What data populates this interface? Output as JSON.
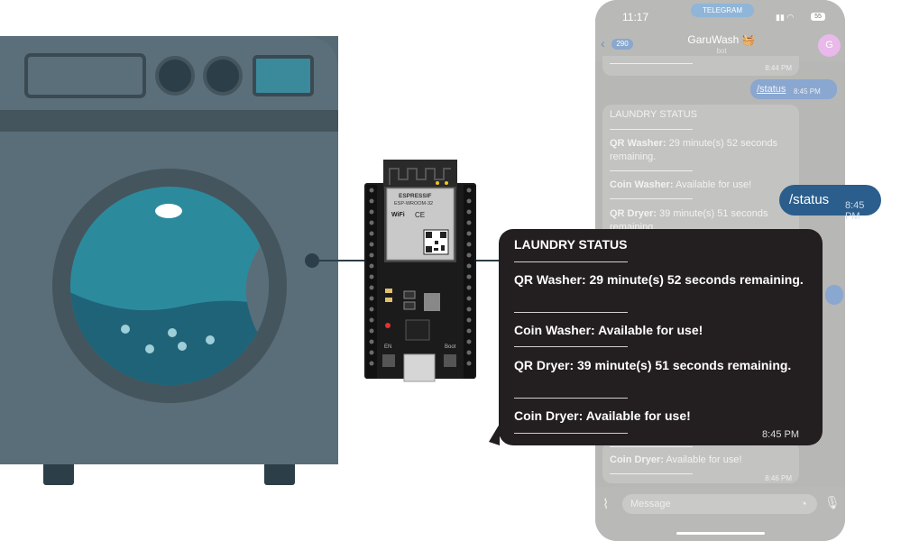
{
  "phone": {
    "time": "11:17",
    "app_pill": "TELEGRAM",
    "battery": "55",
    "back_count": "290",
    "chat_title": "GaruWash 🧺",
    "chat_subtitle": "bot",
    "avatar_letter": "G",
    "message_placeholder": "Message",
    "messages": {
      "top_time": "8:44 PM",
      "status_cmd": "/status",
      "status_time": "8:45 PM",
      "reply_title": "LAUNDRY STATUS",
      "qr_washer_label": "QR Washer:",
      "qr_washer_value": " 29 minute(s) 52 seconds remaining.",
      "coin_washer_label": "Coin Washer:",
      "coin_washer_value": " Available for use!",
      "qr_dryer_label": "QR Dryer:",
      "qr_dryer_value": " 39 minute(s) 51 seconds remaining.",
      "coin_dryer_label": "Coin Dryer:",
      "coin_dryer_value": " Available for use!",
      "bottom_time": "8:46 PM"
    }
  },
  "overlay": {
    "status_cmd": "/status",
    "status_time": "8:45 PM",
    "title": "LAUNDRY STATUS",
    "qr_washer": "QR Washer: 29 minute(s) 52 seconds remaining.",
    "coin_washer": "Coin Washer: Available for use!",
    "qr_dryer": "QR Dryer: 39 minute(s) 51 seconds remaining.",
    "coin_dryer": "Coin Dryer: Available for use!",
    "time": "8:45 PM"
  },
  "board": {
    "brand": "ESPRESSIF",
    "model": "ESP-WROOM-32",
    "wifi": "WiFi",
    "ce": "CE",
    "en_label": "EN",
    "boot_label": "Boot"
  },
  "colors": {
    "washer_body": "#5a6e79",
    "washer_dark": "#44555e",
    "drum_water": "#1f6378",
    "bubble_dark": "#231e1f",
    "telegram_blue": "#2b5e8c"
  }
}
